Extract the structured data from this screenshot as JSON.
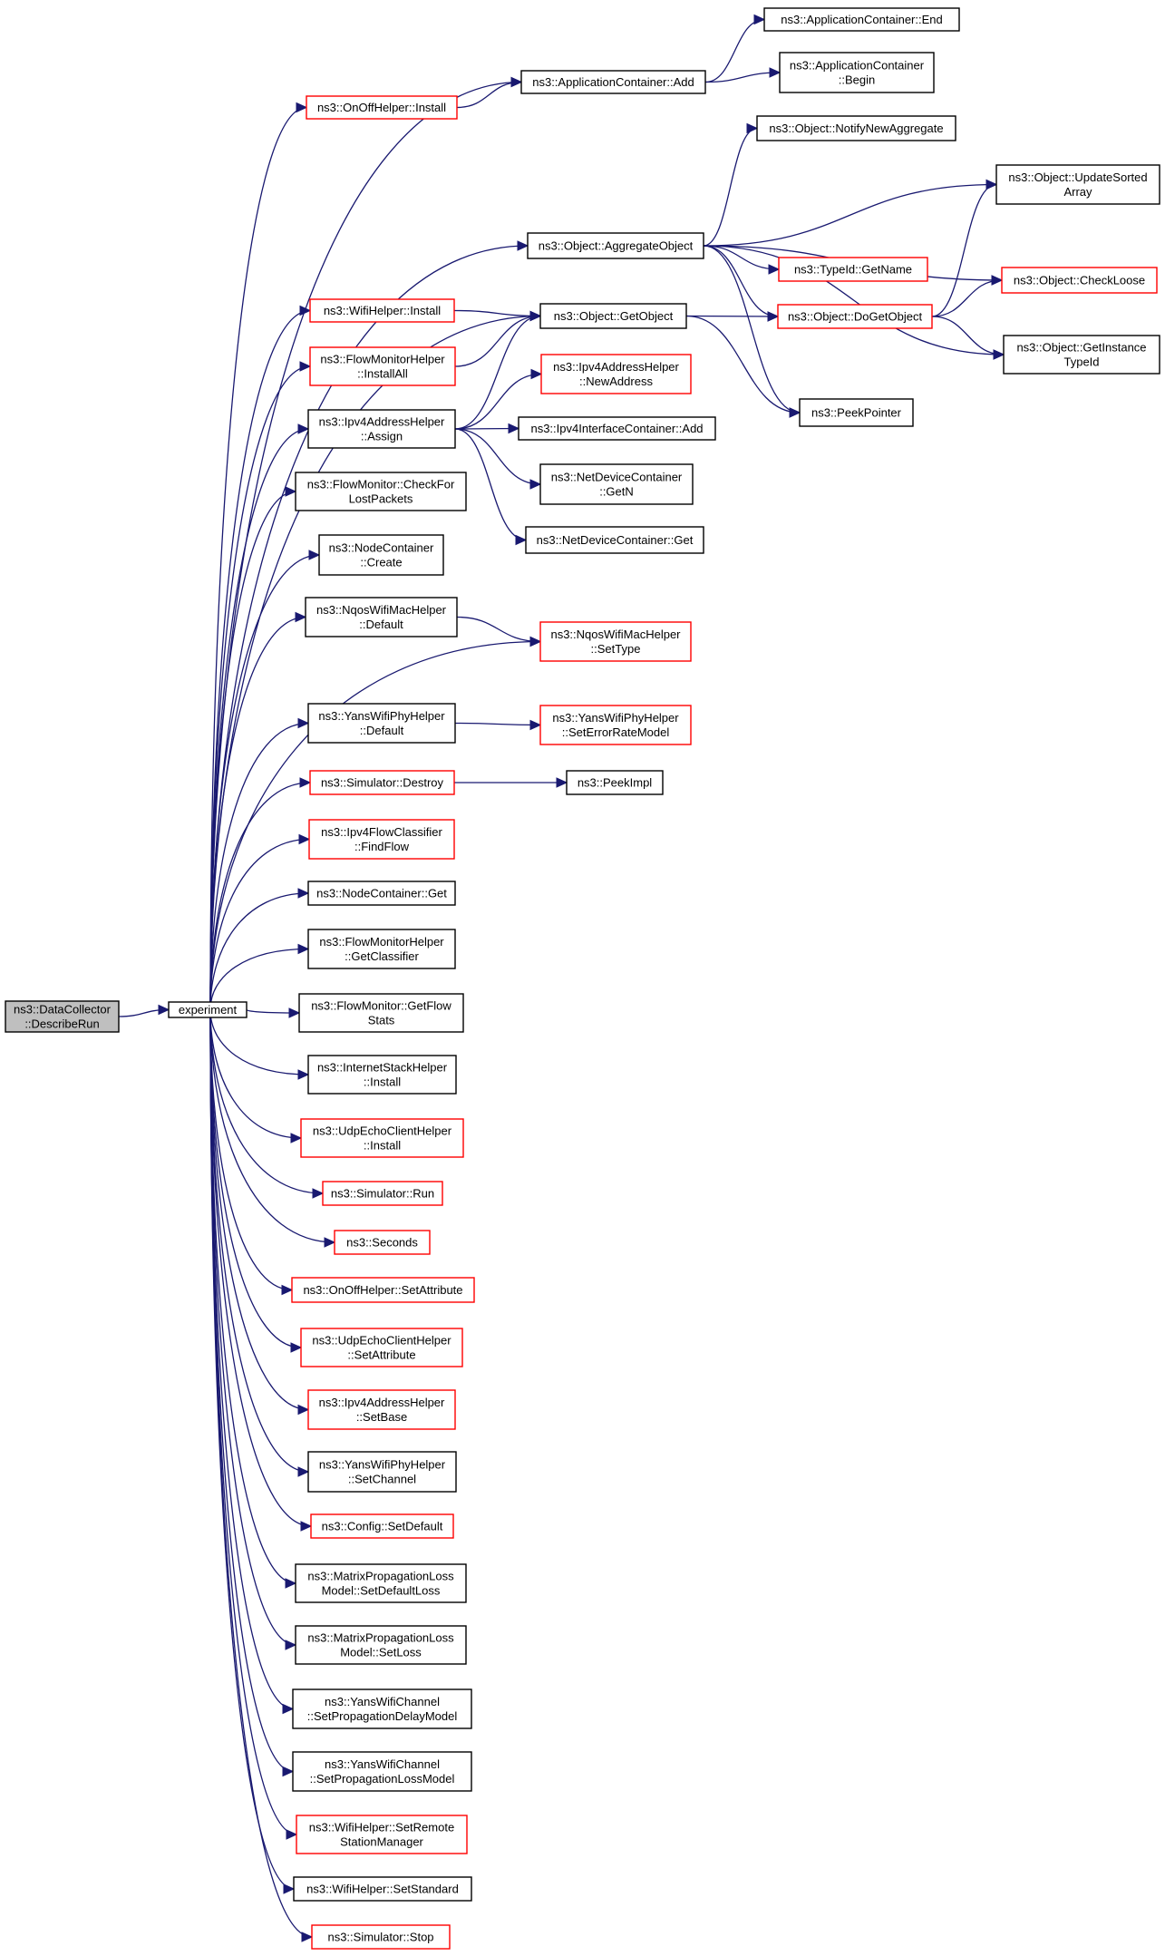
{
  "colors": {
    "edge": "#191970",
    "highlight_border": "#ff0000",
    "root_fill": "#bfbfbf"
  },
  "nodes": [
    {
      "id": "root",
      "lines": [
        "ns3::DataCollector",
        "::DescribeRun"
      ],
      "style": "root"
    },
    {
      "id": "experiment",
      "lines": [
        "experiment"
      ],
      "style": "normal"
    },
    {
      "id": "onoff_install",
      "lines": [
        "ns3::OnOffHelper::Install"
      ],
      "style": "red"
    },
    {
      "id": "app_add",
      "lines": [
        "ns3::ApplicationContainer::Add"
      ],
      "style": "normal"
    },
    {
      "id": "app_end",
      "lines": [
        "ns3::ApplicationContainer::End"
      ],
      "style": "normal"
    },
    {
      "id": "app_begin",
      "lines": [
        "ns3::ApplicationContainer",
        "::Begin"
      ],
      "style": "normal"
    },
    {
      "id": "notify_new_agg",
      "lines": [
        "ns3::Object::NotifyNewAggregate"
      ],
      "style": "normal"
    },
    {
      "id": "update_sorted",
      "lines": [
        "ns3::Object::UpdateSorted",
        "Array"
      ],
      "style": "normal"
    },
    {
      "id": "aggregate",
      "lines": [
        "ns3::Object::AggregateObject"
      ],
      "style": "normal"
    },
    {
      "id": "typeid_getname",
      "lines": [
        "ns3::TypeId::GetName"
      ],
      "style": "red"
    },
    {
      "id": "check_loose",
      "lines": [
        "ns3::Object::CheckLoose"
      ],
      "style": "red"
    },
    {
      "id": "wifi_install",
      "lines": [
        "ns3::WifiHelper::Install"
      ],
      "style": "red"
    },
    {
      "id": "get_object",
      "lines": [
        "ns3::Object::GetObject"
      ],
      "style": "normal"
    },
    {
      "id": "do_get_object",
      "lines": [
        "ns3::Object::DoGetObject"
      ],
      "style": "red"
    },
    {
      "id": "flowmon_installall",
      "lines": [
        "ns3::FlowMonitorHelper",
        "::InstallAll"
      ],
      "style": "red"
    },
    {
      "id": "get_instance_typeid",
      "lines": [
        "ns3::Object::GetInstance",
        "TypeId"
      ],
      "style": "normal"
    },
    {
      "id": "ipv4_newaddress",
      "lines": [
        "ns3::Ipv4AddressHelper",
        "::NewAddress"
      ],
      "style": "red"
    },
    {
      "id": "ipv4_assign",
      "lines": [
        "ns3::Ipv4AddressHelper",
        "::Assign"
      ],
      "style": "normal"
    },
    {
      "id": "peek_pointer",
      "lines": [
        "ns3::PeekPointer"
      ],
      "style": "normal"
    },
    {
      "id": "ipv4ic_add",
      "lines": [
        "ns3::Ipv4InterfaceContainer::Add"
      ],
      "style": "normal"
    },
    {
      "id": "ndc_getn",
      "lines": [
        "ns3::NetDeviceContainer",
        "::GetN"
      ],
      "style": "normal"
    },
    {
      "id": "flowmon_checkforlost",
      "lines": [
        "ns3::FlowMonitor::CheckFor",
        "LostPackets"
      ],
      "style": "normal"
    },
    {
      "id": "ndc_get",
      "lines": [
        "ns3::NetDeviceContainer::Get"
      ],
      "style": "normal"
    },
    {
      "id": "nc_create",
      "lines": [
        "ns3::NodeContainer",
        "::Create"
      ],
      "style": "normal"
    },
    {
      "id": "nqos_default",
      "lines": [
        "ns3::NqosWifiMacHelper",
        "::Default"
      ],
      "style": "normal"
    },
    {
      "id": "nqos_settype",
      "lines": [
        "ns3::NqosWifiMacHelper",
        "::SetType"
      ],
      "style": "red"
    },
    {
      "id": "yans_phy_default",
      "lines": [
        "ns3::YansWifiPhyHelper",
        "::Default"
      ],
      "style": "normal"
    },
    {
      "id": "yans_seterrorrate",
      "lines": [
        "ns3::YansWifiPhyHelper",
        "::SetErrorRateModel"
      ],
      "style": "red"
    },
    {
      "id": "sim_destroy",
      "lines": [
        "ns3::Simulator::Destroy"
      ],
      "style": "red"
    },
    {
      "id": "peek_impl",
      "lines": [
        "ns3::PeekImpl"
      ],
      "style": "normal"
    },
    {
      "id": "ipv4flow_findflow",
      "lines": [
        "ns3::Ipv4FlowClassifier",
        "::FindFlow"
      ],
      "style": "red"
    },
    {
      "id": "nc_get",
      "lines": [
        "ns3::NodeContainer::Get"
      ],
      "style": "normal"
    },
    {
      "id": "flowmonhelper_getclassifier",
      "lines": [
        "ns3::FlowMonitorHelper",
        "::GetClassifier"
      ],
      "style": "normal"
    },
    {
      "id": "flowmon_getflowstats",
      "lines": [
        "ns3::FlowMonitor::GetFlow",
        "Stats"
      ],
      "style": "normal"
    },
    {
      "id": "inetstack_install",
      "lines": [
        "ns3::InternetStackHelper",
        "::Install"
      ],
      "style": "normal"
    },
    {
      "id": "udpecho_install",
      "lines": [
        "ns3::UdpEchoClientHelper",
        "::Install"
      ],
      "style": "red"
    },
    {
      "id": "sim_run",
      "lines": [
        "ns3::Simulator::Run"
      ],
      "style": "red"
    },
    {
      "id": "seconds",
      "lines": [
        "ns3::Seconds"
      ],
      "style": "red"
    },
    {
      "id": "onoff_setattr",
      "lines": [
        "ns3::OnOffHelper::SetAttribute"
      ],
      "style": "red"
    },
    {
      "id": "udpecho_setattr",
      "lines": [
        "ns3::UdpEchoClientHelper",
        "::SetAttribute"
      ],
      "style": "red"
    },
    {
      "id": "ipv4_setbase",
      "lines": [
        "ns3::Ipv4AddressHelper",
        "::SetBase"
      ],
      "style": "red"
    },
    {
      "id": "yans_setchannel",
      "lines": [
        "ns3::YansWifiPhyHelper",
        "::SetChannel"
      ],
      "style": "normal"
    },
    {
      "id": "config_setdefault",
      "lines": [
        "ns3::Config::SetDefault"
      ],
      "style": "red"
    },
    {
      "id": "matrix_setdefaultloss",
      "lines": [
        "ns3::MatrixPropagationLoss",
        "Model::SetDefaultLoss"
      ],
      "style": "normal"
    },
    {
      "id": "matrix_setloss",
      "lines": [
        "ns3::MatrixPropagationLoss",
        "Model::SetLoss"
      ],
      "style": "normal"
    },
    {
      "id": "yanschan_setdelay",
      "lines": [
        "ns3::YansWifiChannel",
        "::SetPropagationDelayModel"
      ],
      "style": "normal"
    },
    {
      "id": "yanschan_setloss",
      "lines": [
        "ns3::YansWifiChannel",
        "::SetPropagationLossModel"
      ],
      "style": "normal"
    },
    {
      "id": "wifi_setremote",
      "lines": [
        "ns3::WifiHelper::SetRemote",
        "StationManager"
      ],
      "style": "red"
    },
    {
      "id": "wifi_setstandard",
      "lines": [
        "ns3::WifiHelper::SetStandard"
      ],
      "style": "normal"
    },
    {
      "id": "sim_stop",
      "lines": [
        "ns3::Simulator::Stop"
      ],
      "style": "red"
    }
  ],
  "edges": [
    [
      "root",
      "experiment"
    ],
    [
      "experiment",
      "onoff_install"
    ],
    [
      "experiment",
      "app_add"
    ],
    [
      "experiment",
      "aggregate"
    ],
    [
      "experiment",
      "get_object"
    ],
    [
      "experiment",
      "wifi_install"
    ],
    [
      "experiment",
      "flowmon_installall"
    ],
    [
      "experiment",
      "ipv4_assign"
    ],
    [
      "experiment",
      "flowmon_checkforlost"
    ],
    [
      "experiment",
      "nc_create"
    ],
    [
      "experiment",
      "nqos_default"
    ],
    [
      "experiment",
      "nqos_settype"
    ],
    [
      "experiment",
      "yans_phy_default"
    ],
    [
      "experiment",
      "sim_destroy"
    ],
    [
      "experiment",
      "ipv4flow_findflow"
    ],
    [
      "experiment",
      "nc_get"
    ],
    [
      "experiment",
      "flowmonhelper_getclassifier"
    ],
    [
      "experiment",
      "flowmon_getflowstats"
    ],
    [
      "experiment",
      "inetstack_install"
    ],
    [
      "experiment",
      "udpecho_install"
    ],
    [
      "experiment",
      "sim_run"
    ],
    [
      "experiment",
      "seconds"
    ],
    [
      "experiment",
      "onoff_setattr"
    ],
    [
      "experiment",
      "udpecho_setattr"
    ],
    [
      "experiment",
      "ipv4_setbase"
    ],
    [
      "experiment",
      "yans_setchannel"
    ],
    [
      "experiment",
      "config_setdefault"
    ],
    [
      "experiment",
      "matrix_setdefaultloss"
    ],
    [
      "experiment",
      "matrix_setloss"
    ],
    [
      "experiment",
      "yanschan_setdelay"
    ],
    [
      "experiment",
      "yanschan_setloss"
    ],
    [
      "experiment",
      "wifi_setremote"
    ],
    [
      "experiment",
      "wifi_setstandard"
    ],
    [
      "experiment",
      "sim_stop"
    ],
    [
      "onoff_install",
      "app_add"
    ],
    [
      "app_add",
      "app_end"
    ],
    [
      "app_add",
      "app_begin"
    ],
    [
      "aggregate",
      "notify_new_agg"
    ],
    [
      "aggregate",
      "update_sorted"
    ],
    [
      "aggregate",
      "typeid_getname"
    ],
    [
      "aggregate",
      "check_loose"
    ],
    [
      "aggregate",
      "do_get_object"
    ],
    [
      "aggregate",
      "get_instance_typeid"
    ],
    [
      "aggregate",
      "peek_pointer"
    ],
    [
      "do_get_object",
      "update_sorted"
    ],
    [
      "do_get_object",
      "check_loose"
    ],
    [
      "do_get_object",
      "get_instance_typeid"
    ],
    [
      "get_object",
      "do_get_object"
    ],
    [
      "get_object",
      "peek_pointer"
    ],
    [
      "wifi_install",
      "get_object"
    ],
    [
      "flowmon_installall",
      "get_object"
    ],
    [
      "ipv4_assign",
      "get_object"
    ],
    [
      "ipv4_assign",
      "ipv4_newaddress"
    ],
    [
      "ipv4_assign",
      "ipv4ic_add"
    ],
    [
      "ipv4_assign",
      "ndc_getn"
    ],
    [
      "ipv4_assign",
      "ndc_get"
    ],
    [
      "nqos_default",
      "nqos_settype"
    ],
    [
      "yans_phy_default",
      "yans_seterrorrate"
    ],
    [
      "sim_destroy",
      "peek_impl"
    ]
  ]
}
